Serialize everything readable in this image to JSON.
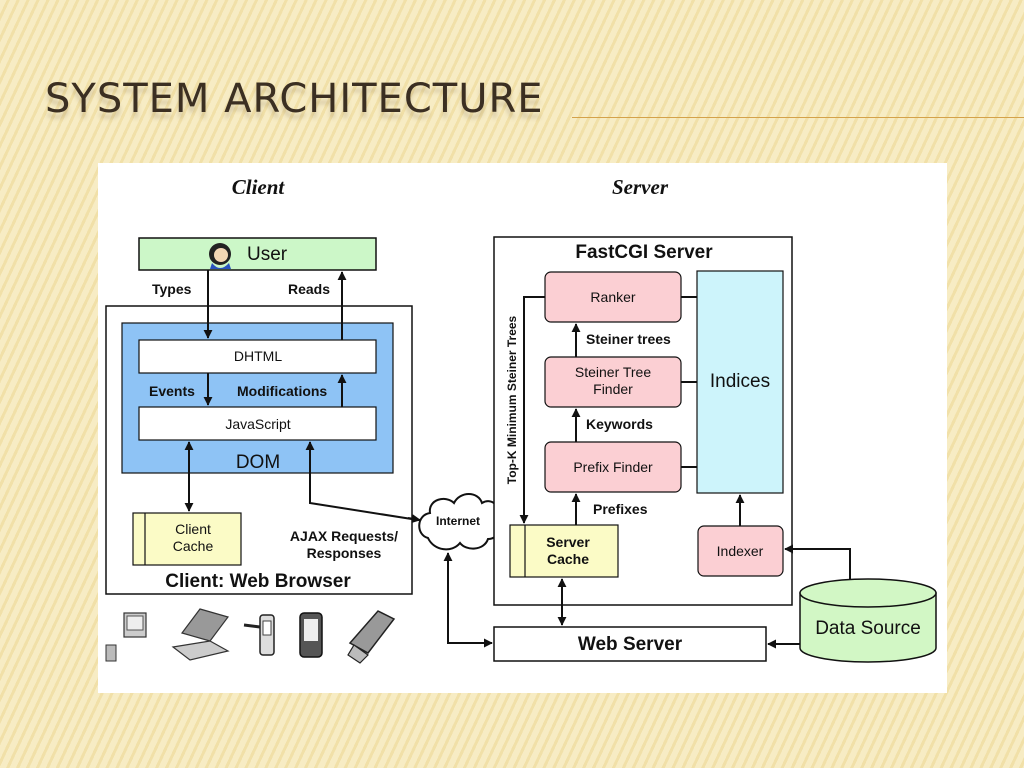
{
  "slide": {
    "title": "System Architecture"
  },
  "client": {
    "heading": "Client",
    "user_label": "User",
    "types": "Types",
    "reads": "Reads",
    "dhtml": "DHTML",
    "events": "Events",
    "modifications": "Modifications",
    "javascript": "JavaScript",
    "dom": "DOM",
    "client_cache": "Client\nCache",
    "ajax": "AJAX Requests/\nResponses",
    "browser": "Client: Web Browser"
  },
  "network": {
    "internet": "Internet"
  },
  "server": {
    "heading": "Server",
    "fastcgi": "FastCGI Server",
    "ranker": "Ranker",
    "steiner_trees": "Steiner trees",
    "steiner_finder": "Steiner Tree\nFinder",
    "keywords": "Keywords",
    "prefix_finder": "Prefix Finder",
    "prefixes": "Prefixes",
    "topk": "Top-K Minimum Steiner Trees",
    "indices": "Indices",
    "server_cache": "Server\nCache",
    "indexer": "Indexer",
    "web_server": "Web Server",
    "data_source": "Data Source"
  },
  "icons": [
    "user-icon",
    "desktop-icon",
    "laptop-icon",
    "phone-icon",
    "pda-icon",
    "flip-phone-icon"
  ],
  "colors": {
    "user_box": "#ccf7c8",
    "dom_area": "#8ec3f5",
    "cache_box": "#fbfbc6",
    "server_component": "#fbcfd3",
    "indices": "#cdf4fb",
    "data_source": "#d2f7c5"
  }
}
